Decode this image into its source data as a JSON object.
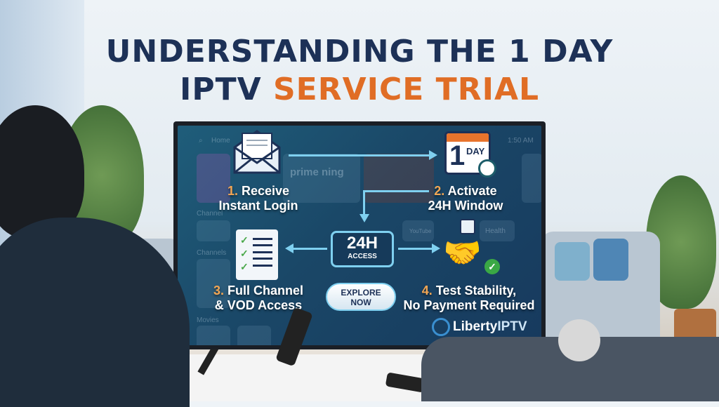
{
  "title": {
    "line1": "UNDERSTANDING THE 1 DAY",
    "line2_a": "IPTV",
    "line2_b": "SERVICE TRIAL"
  },
  "tv_background": {
    "home": "Home",
    "time": "1:50 AM",
    "prime": "prime ning",
    "channel": "Channel",
    "channels": "Channels",
    "movies": "Movies",
    "youtube": "YouTube",
    "health": "Health"
  },
  "steps": [
    {
      "num": "1.",
      "line1": "Receive",
      "line2": "Instant Login"
    },
    {
      "num": "2.",
      "line1": "Activate",
      "line2": "24H Window"
    },
    {
      "num": "3.",
      "line1": "Full Channel",
      "line2": "& VOD Access"
    },
    {
      "num": "4.",
      "line1": "Test Stability,",
      "line2": "No Payment Required"
    }
  ],
  "calendar": {
    "number": "1",
    "label": "DAY"
  },
  "access_box": {
    "big": "24H",
    "small": "ACCESS"
  },
  "explore_button": {
    "line1": "EXPLORE",
    "line2": "NOW"
  },
  "brand": {
    "name_a": "Liberty",
    "name_b": "IPTV"
  },
  "colors": {
    "navy": "#1d3157",
    "orange": "#e06d25",
    "arrow": "#7fd0f0"
  }
}
